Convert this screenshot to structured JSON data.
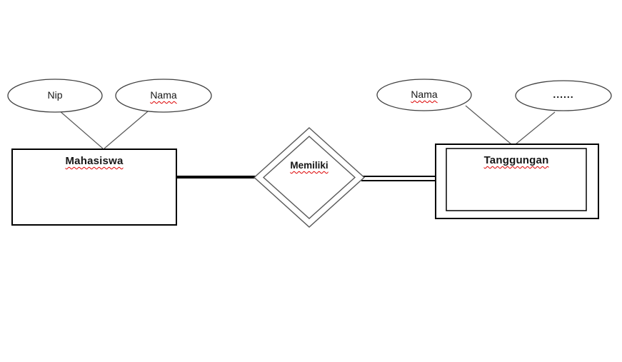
{
  "diagram": {
    "kind": "entity-relationship-diagram",
    "entities": [
      {
        "name": "Mahasiswa",
        "type": "entity"
      },
      {
        "name": "Tanggungan",
        "type": "weak-entity"
      }
    ],
    "relationship": {
      "name": "Memiliki",
      "type": "identifying-relationship"
    },
    "attributes": [
      {
        "name": "Nip",
        "owner": "Mahasiswa"
      },
      {
        "name": "Nama",
        "owner": "Mahasiswa"
      },
      {
        "name": "Nama",
        "owner": "Tanggungan"
      },
      {
        "name": "......",
        "owner": "Tanggungan"
      }
    ],
    "connections": [
      {
        "from": "Mahasiswa",
        "to": "Memiliki",
        "style": "thick-single-line"
      },
      {
        "from": "Memiliki",
        "to": "Tanggungan",
        "style": "double-line"
      }
    ]
  },
  "colors": {
    "background": "#ffffff",
    "entity_stroke": "#000000",
    "attribute_stroke": "#404040",
    "relationship_stroke": "#595959",
    "connector_line": "#595959",
    "relation_line": "#000000",
    "text": "#161616",
    "spellcheck_underline": "#dd0000"
  }
}
